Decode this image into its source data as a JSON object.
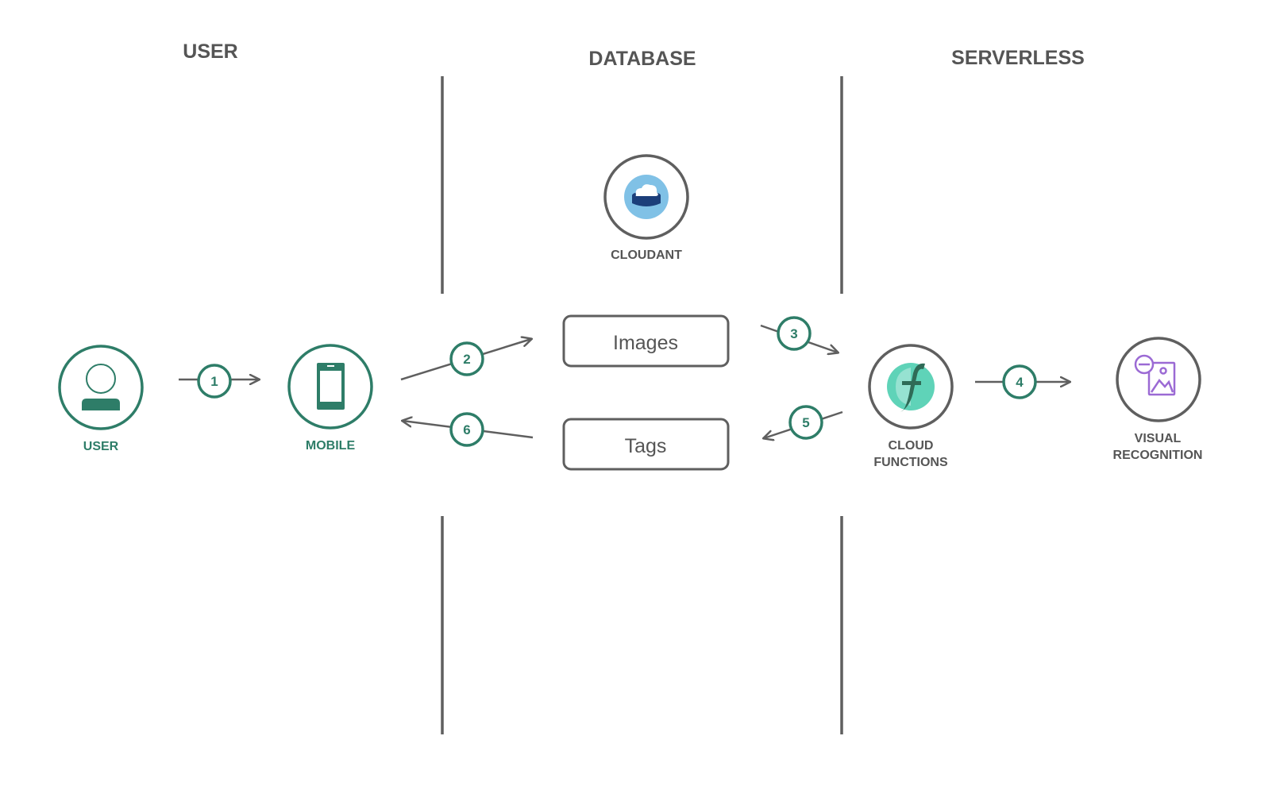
{
  "columns": {
    "user": "USER",
    "database": "DATABASE",
    "serverless": "SERVERLESS"
  },
  "nodes": {
    "user": {
      "label": "USER",
      "icon": "user-icon"
    },
    "mobile": {
      "label": "MOBILE",
      "icon": "mobile-phone-icon"
    },
    "cloudant": {
      "label": "CLOUDANT",
      "icon": "cloudant-database-icon"
    },
    "cloud_functions": {
      "label_line1": "CLOUD",
      "label_line2": "FUNCTIONS",
      "icon": "cloud-functions-icon"
    },
    "visual_recognition": {
      "label_line1": "VISUAL",
      "label_line2": "RECOGNITION",
      "icon": "visual-recognition-icon"
    }
  },
  "boxes": {
    "images": "Images",
    "tags": "Tags"
  },
  "steps": [
    "1",
    "2",
    "3",
    "4",
    "5",
    "6"
  ],
  "colors": {
    "accent_green": "#2e7d68",
    "line_gray": "#5f5f5f",
    "text_gray": "#555555",
    "cloudant_blue": "#80c1e6",
    "cloudant_navy": "#1c3f7a",
    "functions_teal": "#5fd3b8",
    "recognition_purple": "#9b6ad4"
  }
}
